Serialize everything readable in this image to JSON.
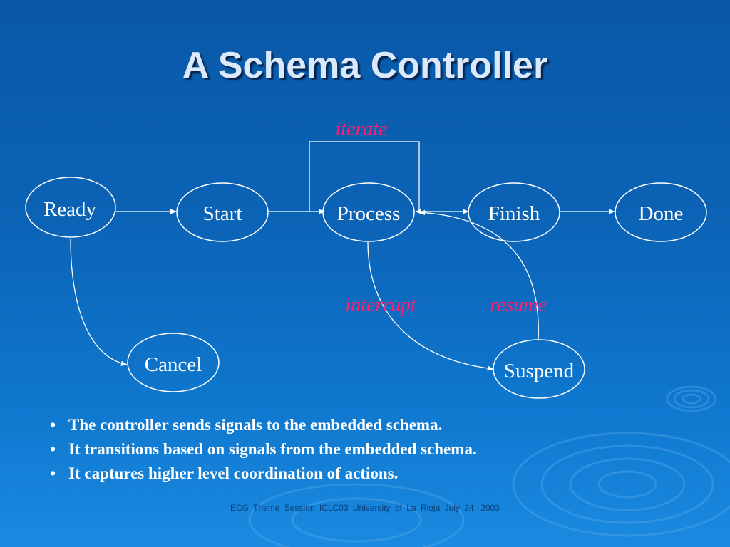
{
  "slide": {
    "title": "A Schema Controller",
    "footer": "ECG Theme Session   ICLC03   University of La Rioja   July 24, 2003"
  },
  "diagram": {
    "nodes": {
      "ready": "Ready",
      "start": "Start",
      "process": "Process",
      "finish": "Finish",
      "done": "Done",
      "cancel": "Cancel",
      "suspend": "Suspend"
    },
    "edge_labels": {
      "iterate": "iterate",
      "interrupt": "interrupt",
      "resume": "resume"
    },
    "colors": {
      "line": "#ffffff",
      "edge_label": "#ff1f6e"
    }
  },
  "bullets": [
    "The controller sends signals to the embedded schema.",
    "It transitions based on signals from the embedded  schema.",
    "It captures higher level coordination of actions."
  ]
}
